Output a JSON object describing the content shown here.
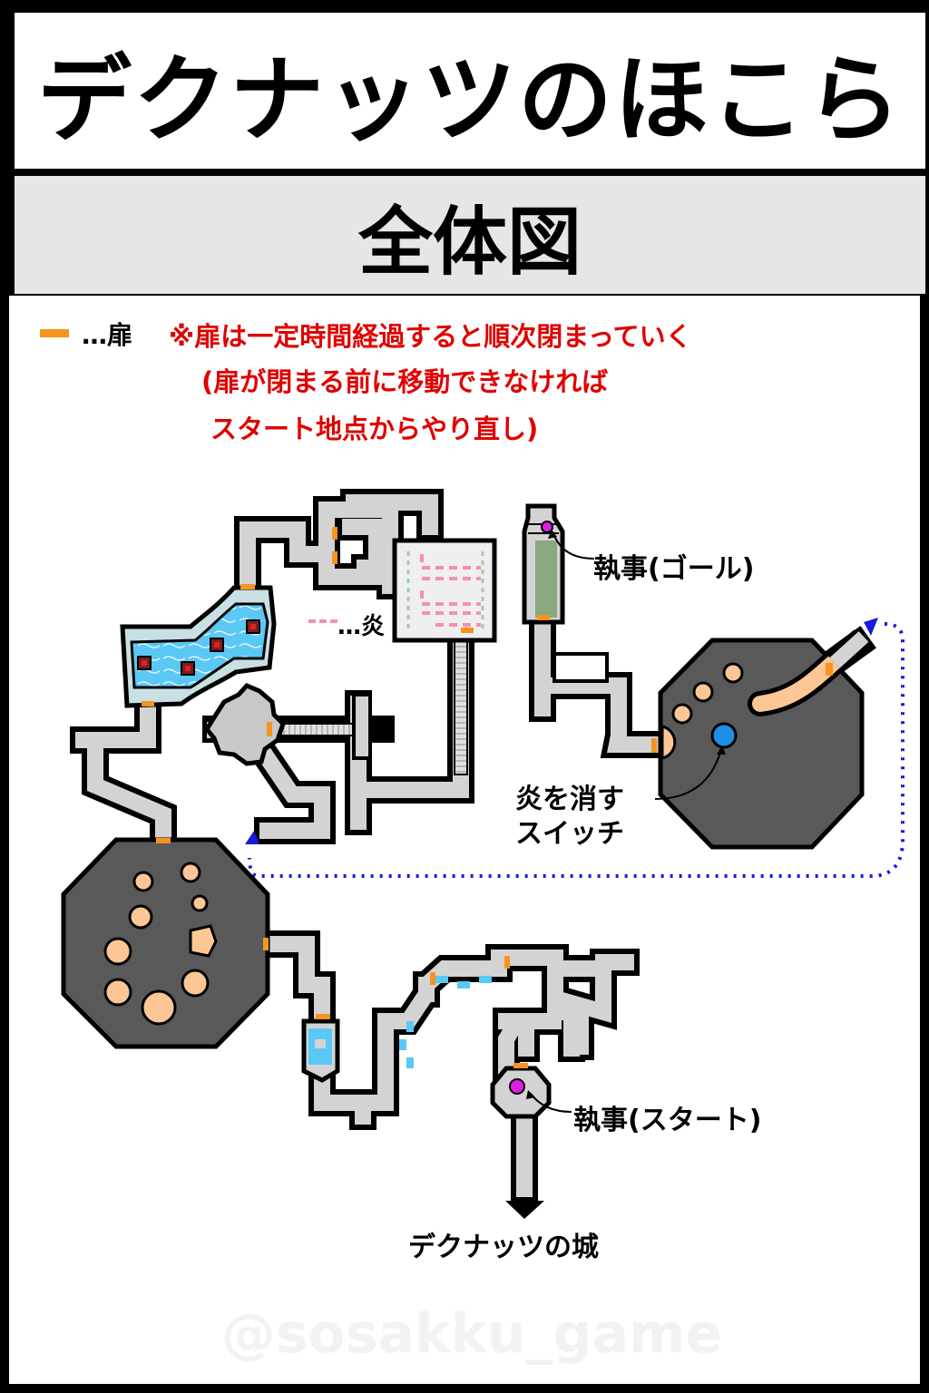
{
  "title": "デクナッツのほこら",
  "subtitle": "全体図",
  "legend": {
    "door_label": "…扉",
    "flame_label": "…炎",
    "door_color": "#f7931e",
    "flame_color": "#f48fb1"
  },
  "notes": {
    "line1": "※扉は一定時間経過すると順次閉まっていく",
    "line2": "(扉が閉まる前に移動できなければ",
    "line3": "スタート地点からやり直し)"
  },
  "labels": {
    "goal": "執事(ゴール)",
    "start": "執事(スタート)",
    "switch_line1": "炎を消す",
    "switch_line2": "スイッチ",
    "exit": "デクナッツの城"
  },
  "watermark": "@sosakku_game",
  "colors": {
    "corridor": "#d3d3d3",
    "room": "#595959",
    "pillar": "#fdc795",
    "water": "#5ac8f5",
    "marker": "#e020e0",
    "switch": "#1c8ee8",
    "path_dots": "#1a1adb",
    "notes_text": "#e00000"
  }
}
